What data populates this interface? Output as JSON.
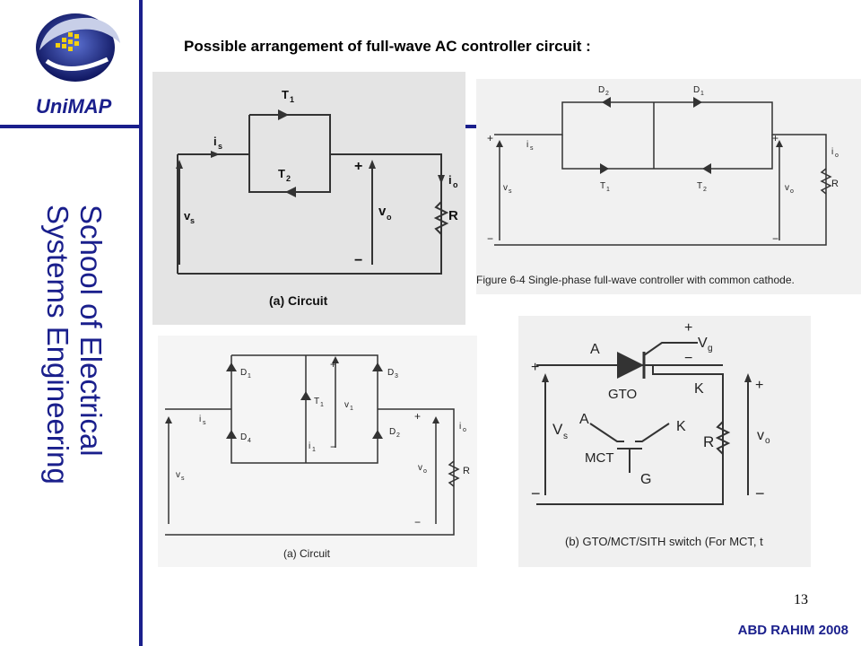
{
  "logo": {
    "text": "UniMAP",
    "icon": "unimap-logo"
  },
  "school": {
    "line1": "School of Electrical",
    "line2": "Systems Engineering"
  },
  "title": "Possible arrangement of full-wave AC controller circuit :",
  "fig1": {
    "t1": "T",
    "t1s": "1",
    "t2": "T",
    "t2s": "2",
    "is": "i",
    "iss": "s",
    "vs": "v",
    "vss": "s",
    "plus": "+",
    "minus": "−",
    "vo": "v",
    "vos": "o",
    "io": "i",
    "ios": "o",
    "r": "R",
    "caption": "(a) Circuit"
  },
  "fig2": {
    "d2": "D",
    "d2s": "2",
    "d1": "D",
    "d1s": "1",
    "t1": "T",
    "t1s": "1",
    "t2": "T",
    "t2s": "2",
    "is": "i",
    "iss": "s",
    "vs": "v",
    "vss": "s",
    "vo": "v",
    "vos": "o",
    "io": "i",
    "ios": "o",
    "r": "R",
    "plus": "+",
    "minus": "−",
    "caption": "Figure 6-4   Single-phase full-wave controller with common cathode."
  },
  "fig3": {
    "d1": "D",
    "d1s": "1",
    "d4": "D",
    "d4s": "4",
    "d3": "D",
    "d3s": "3",
    "d2": "D",
    "d2s": "2",
    "t1": "T",
    "t1s": "1",
    "i1": "i",
    "i1s": "1",
    "v1": "v",
    "v1s": "1",
    "is": "i",
    "iss": "s",
    "vs": "v",
    "vss": "s",
    "vo": "v",
    "vos": "o",
    "io": "i",
    "ios": "o",
    "r": "R",
    "plus": "+",
    "minus": "−",
    "caption": "(a) Circuit"
  },
  "fig4": {
    "a": "A",
    "vg": "V",
    "vgs": "g",
    "gto": "GTO",
    "k": "K",
    "a2": "A",
    "k2": "K",
    "mct": "MCT",
    "g": "G",
    "vs": "V",
    "vss": "s",
    "r": "R",
    "vo": "v",
    "vos": "o",
    "plus": "+",
    "minus": "−",
    "caption": "(b) GTO/MCT/SITH switch (For MCT, t"
  },
  "page_number": "13",
  "author": "ABD RAHIM 2008"
}
